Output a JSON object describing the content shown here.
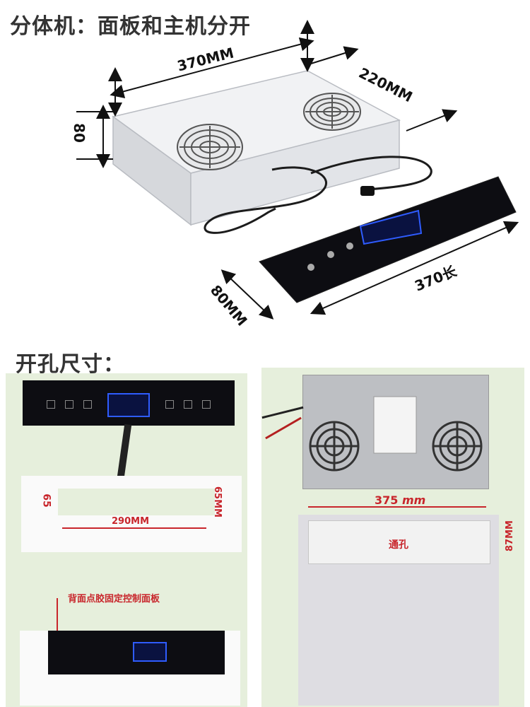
{
  "headings": {
    "top": "分体机：面板和主机分开",
    "bottom": "开孔尺寸："
  },
  "top_dims": {
    "host_length": "370MM",
    "host_depth": "220MM",
    "host_height": "80",
    "panel_height": "80MM",
    "panel_length": "370长"
  },
  "left_photo": {
    "cut_height_left": "65",
    "cut_height_right": "65MM",
    "cut_width": "290MM",
    "note": "背面点胶固定控制面板"
  },
  "right_photo": {
    "cut_width": "375",
    "cut_width_unit": "mm",
    "cut_height": "87MM",
    "hole_label": "通孔"
  },
  "colors": {
    "dim_red": "#c8252b",
    "panel_black": "#0d0d12",
    "display_blue": "#2f5cff",
    "photo_bg": "#e6efdc"
  }
}
